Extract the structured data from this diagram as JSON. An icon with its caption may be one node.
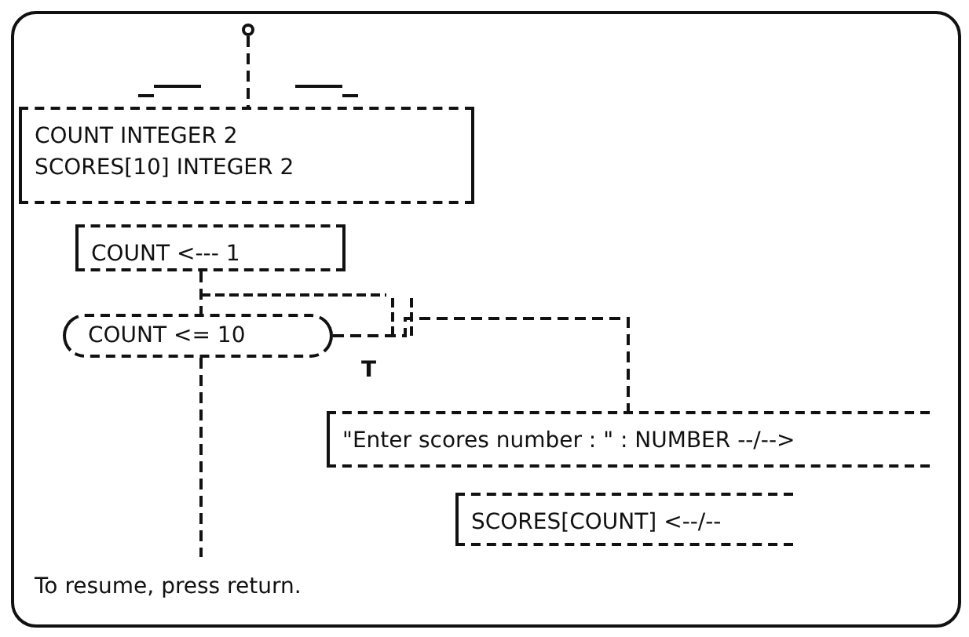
{
  "diagram": {
    "nodes": [
      {
        "text": [],
        "shape": "circle"
      },
      {
        "text": [
          "COUNT INTEGER 2",
          "SCORES[10] INTEGER 2"
        ]
      },
      {
        "text": [
          "COUNT <--- 1"
        ]
      },
      {
        "text": [
          "COUNT <= 10"
        ]
      },
      {
        "text": [
          "\"Enter scores number : \" : NUMBER --/-->"
        ]
      },
      {
        "text": [
          "SCORES[COUNT] <--/--"
        ]
      }
    ],
    "edges": [
      {
        "from": 0,
        "to": 1,
        "arrow": "none",
        "style": "dashed"
      },
      {
        "from": 2,
        "to": 3,
        "arrow": "none",
        "style": "dashed"
      },
      {
        "from": 3,
        "to": 4,
        "arrow": "none",
        "style": "dashed",
        "label": "T"
      },
      {
        "from": 3,
        "to": null,
        "arrow": "none",
        "style": "dashed"
      }
    ],
    "labels": [
      "To resume, press return."
    ]
  }
}
